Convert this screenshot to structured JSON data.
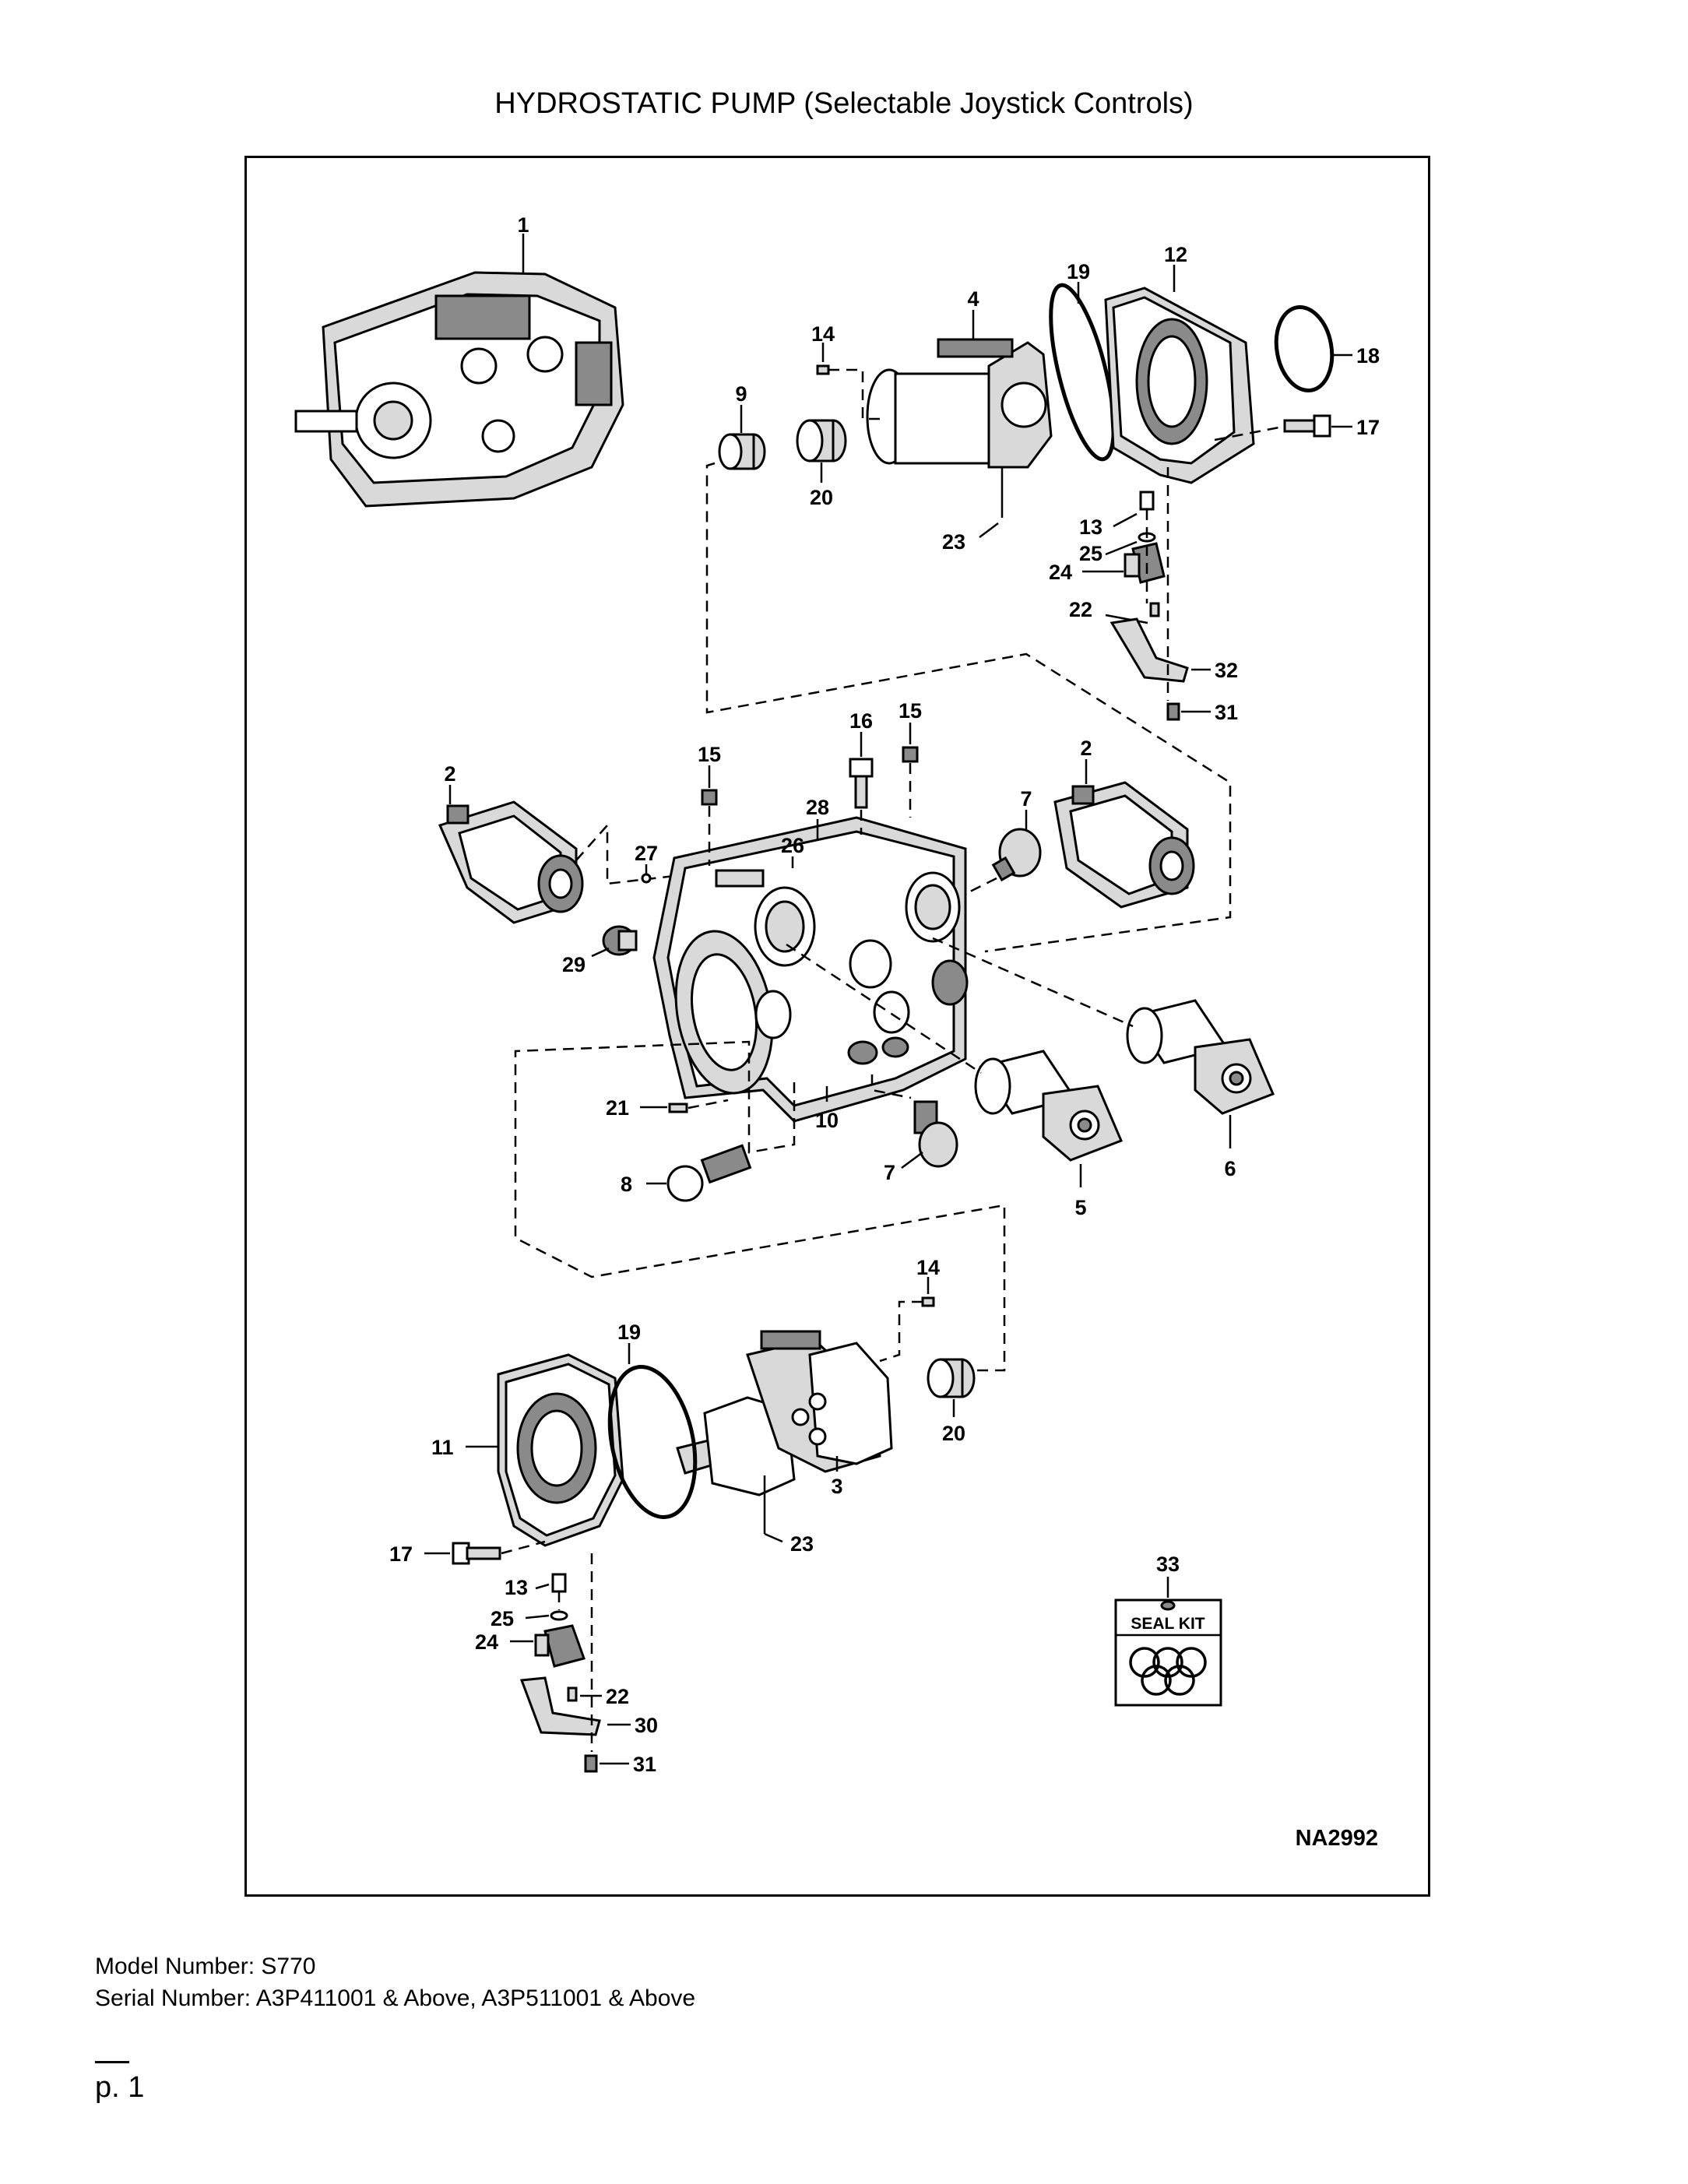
{
  "page": {
    "title": "HYDROSTATIC PUMP (Selectable Joystick Controls)",
    "figure_code": "NA2992",
    "model_number": "Model Number: S770",
    "serial_number": "Serial Number: A3P411001 & Above, A3P511001 & Above",
    "page_number": "p. 1"
  },
  "seal_kit": {
    "callout": "33",
    "label": "SEAL KIT"
  },
  "callouts": {
    "c1": "1",
    "c2a": "2",
    "c2b": "2",
    "c3": "3",
    "c4": "4",
    "c5": "5",
    "c6": "6",
    "c7a": "7",
    "c7b": "7",
    "c8": "8",
    "c9": "9",
    "c10": "10",
    "c11": "11",
    "c12": "12",
    "c13a": "13",
    "c13b": "13",
    "c14a": "14",
    "c14b": "14",
    "c15a": "15",
    "c15b": "15",
    "c16": "16",
    "c17a": "17",
    "c17b": "17",
    "c18": "18",
    "c19a": "19",
    "c19b": "19",
    "c20a": "20",
    "c20b": "20",
    "c21": "21",
    "c22a": "22",
    "c22b": "22",
    "c23a": "23",
    "c23b": "23",
    "c24a": "24",
    "c24b": "24",
    "c25a": "25",
    "c25b": "25",
    "c26": "26",
    "c27": "27",
    "c28": "28",
    "c29": "29",
    "c30": "30",
    "c31a": "31",
    "c31b": "31",
    "c32": "32"
  }
}
